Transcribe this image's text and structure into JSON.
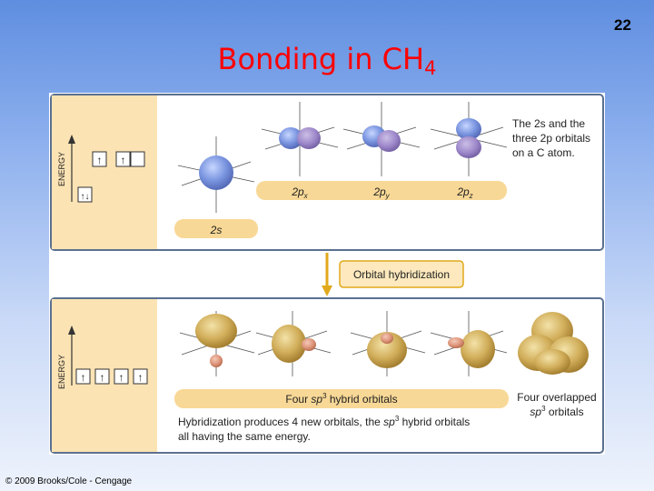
{
  "slide_number": "22",
  "title": {
    "text": "Bonding in CH",
    "subscript": "4"
  },
  "credit": "© 2009 Brooks/Cole - Cengage",
  "top_panel": {
    "energy_label": "ENERGY",
    "caption_lines": [
      "The 2s and the",
      "three 2p orbitals",
      "on a C atom."
    ],
    "orbital_labels": [
      "2px",
      "2py",
      "2pz",
      "2s"
    ],
    "electrons_2p": [
      "↑",
      "↑",
      ""
    ],
    "electrons_2s": "↑↓"
  },
  "arrow_label": "Orbital hybridization",
  "bottom_panel": {
    "energy_label": "ENERGY",
    "electrons_sp3": [
      "↑",
      "↑",
      "↑",
      "↑"
    ],
    "band_label": "Four sp3 hybrid orbitals",
    "overlap_caption": [
      "Four overlapped",
      "sp3 orbitals"
    ],
    "note_lines": [
      "Hybridization produces 4 new orbitals, the sp3 hybrid orbitals",
      "all having the same energy."
    ]
  },
  "colors": {
    "panel_bg": "#fbe3b4",
    "band": "#f8d896",
    "border": "#5a7090",
    "arrow": "#e1a91c",
    "title": "#ff0000"
  }
}
